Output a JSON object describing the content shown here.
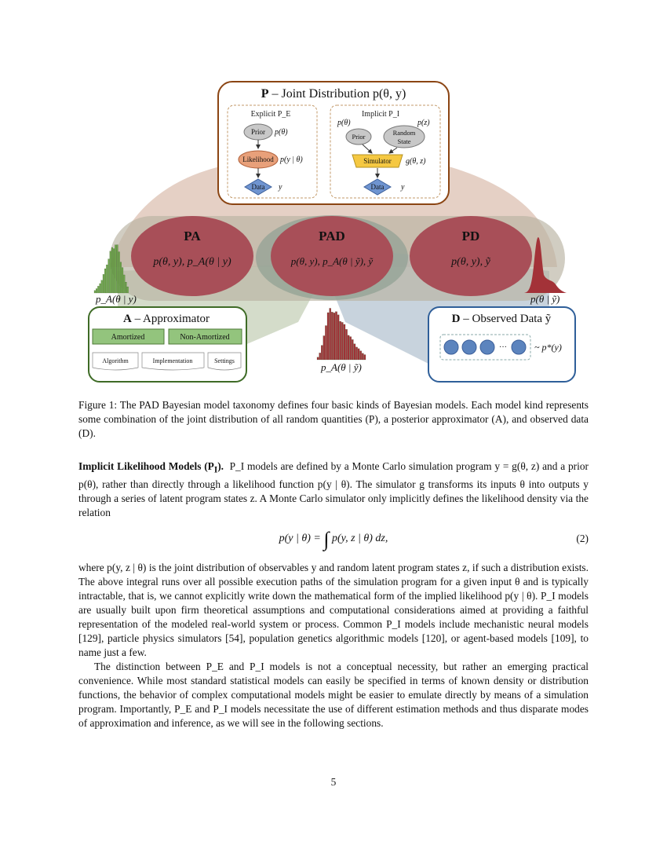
{
  "figure": {
    "p_box": {
      "title_letter": "P",
      "title_rest": " – Joint Distribution p(θ, y)",
      "explicit": {
        "title": "Explicit P_E",
        "prior_label": "Prior",
        "prior_expr": "p(θ)",
        "likelihood_label": "Likelihood",
        "likelihood_expr": "p(y | θ)",
        "data_label": "Data",
        "data_expr": "y"
      },
      "implicit": {
        "title": "Implicit P_I",
        "prior_expr": "p(θ)",
        "random_expr": "p(z)",
        "prior_label": "Prior",
        "random_label_1": "Random",
        "random_label_2": "State",
        "simulator_label": "Simulator",
        "simulator_expr": "g(θ, z)",
        "data_label": "Data",
        "data_expr": "y"
      }
    },
    "models": [
      {
        "title": "PA",
        "expr": "p(θ, y), p_A(θ | y)"
      },
      {
        "title": "PAD",
        "expr": "p(θ, y), p_A(θ | ỹ), ỹ"
      },
      {
        "title": "PD",
        "expr": "p(θ, y), ỹ"
      }
    ],
    "hist_labels": {
      "left": "p_A(θ | y)",
      "center": "p_A(θ | ỹ)",
      "right": "p(θ | ỹ)"
    },
    "a_box": {
      "title_letter": "A",
      "title_rest": " – Approximator",
      "buttons": [
        "Amortized",
        "Non-Amortized"
      ],
      "tags": [
        "Algorithm",
        "Implementation",
        "Settings"
      ]
    },
    "d_box": {
      "title_letter": "D",
      "title_rest": " – Observed Data ỹ",
      "ellipsis": "···",
      "expr": "~ p*(y)"
    },
    "colors": {
      "p_border": "#8b4513",
      "a_border": "#3e6b26",
      "d_border": "#2f5f99",
      "model_fill": "#a84f58",
      "prior_fill": "#c8c8c8",
      "likelihood_fill": "#e8a07a",
      "simulator_fill": "#f5c842",
      "data_fill": "#6f94d0",
      "hist_green": "#6ea84a",
      "hist_red": "#a33238",
      "button_green": "#93c47d"
    }
  },
  "caption": "Figure 1: The PAD Bayesian model taxonomy defines four basic kinds of Bayesian models. Each model kind represents some combination of the joint distribution of all random quantities (P), a posterior approximator (A), and observed data (D).",
  "section": {
    "runin_title": "Implicit Likelihood Models (P",
    "runin_sub": "I",
    "runin_close": ").",
    "para1": "P_I models are defined by a Monte Carlo simulation program y = g(θ, z) and a prior p(θ), rather than directly through a likelihood function p(y | θ). The simulator g transforms its inputs θ into outputs y through a series of latent program states z. A Monte Carlo simulator only implicitly defines the likelihood density via the relation",
    "equation_lhs": "p(y | θ) =",
    "equation_integral": "∫",
    "equation_rhs": "p(y, z | θ) dz,",
    "equation_number": "(2)",
    "para2": "where p(y, z | θ) is the joint distribution of observables y and random latent program states z, if such a distribution exists. The above integral runs over all possible execution paths of the simulation program for a given input θ and is typically intractable, that is, we cannot explicitly write down the mathematical form of the implied likelihood p(y | θ). P_I models are usually built upon firm theoretical assumptions and computational considerations aimed at providing a faithful representation of the modeled real-world system or process. Common P_I models include mechanistic neural models [129], particle physics simulators [54], population genetics algorithmic models [120], or agent-based models [109], to name just a few.",
    "para3": "The distinction between P_E and P_I models is not a conceptual necessity, but rather an emerging practical convenience. While most standard statistical models can easily be specified in terms of known density or distribution functions, the behavior of complex computational models might be easier to emulate directly by means of a simulation program. Importantly, P_E and P_I models necessitate the use of different estimation methods and thus disparate modes of approximation and inference, as we will see in the following sections."
  },
  "page_number": "5"
}
